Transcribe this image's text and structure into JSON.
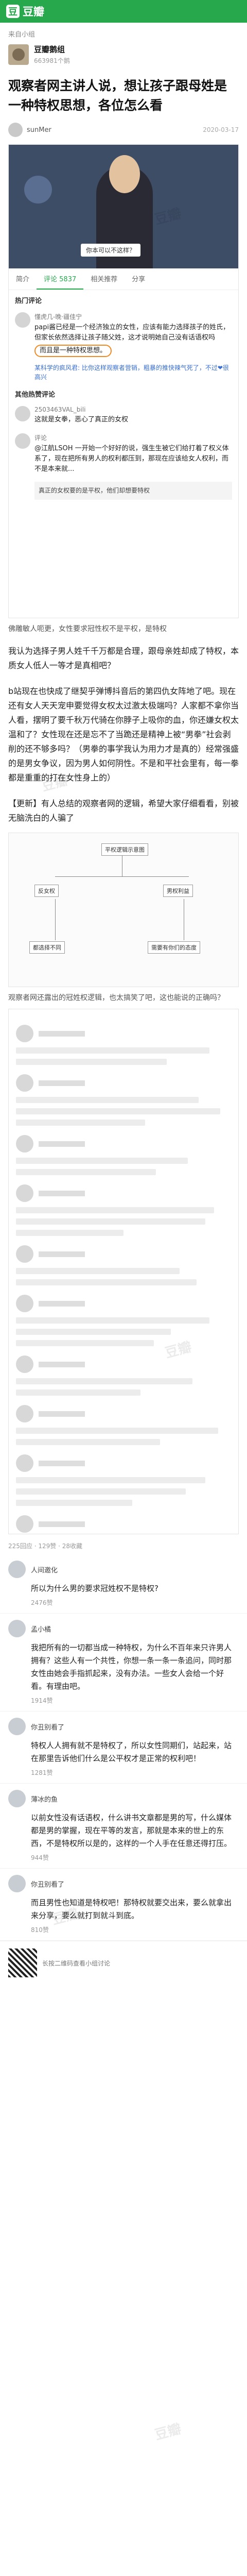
{
  "app": {
    "logo_mark": "豆",
    "logo_text": "豆瓣"
  },
  "source": {
    "from_label": "来自小组",
    "group_name": "豆瓣鹅组",
    "group_members": "663981个鹅"
  },
  "post": {
    "title": "观察者网主讲人说，想让孩子跟母姓是一种特权思想，各位怎么看",
    "author": "sunMer",
    "date": "2020-03-17"
  },
  "screenshot1": {
    "video_caption": "你本可以不这样？",
    "tabs": [
      "简介",
      "评论 5837",
      "相关推荐",
      "分享"
    ],
    "hot_comments_label": "热门评论",
    "hot_comment_user": "懂虎几-晚·疆佳宁",
    "hot_comment_text": "papi酱已经是一个经济独立的女性，应该有能力选择孩子的姓氏，但家长依然选择让孩子随父姓，这才说明她自己没有话语权吗",
    "hot_comment_circled": "而且是一种特权思想。",
    "link_text": "某科学的疯风君: 比你这样观察者营销，粗暴的推快辣气死了，不过❤很高兴",
    "other_hot_label": "其他热赞评论",
    "c2_user": "2503463VAL_bili",
    "c2_text": "这就是女拳，恶心了真正的女权",
    "c3_user": "评论",
    "c3_text": "@江航LSOH 一开始一个好好的说，强生生被它们给打着了权义体系了，现在把所有男人的权利都压到，那现在应该给女人权利，而不是本来就...",
    "reply_text": "真正的女权要的是平权，他们却想要特权"
  },
  "caption1": "佛雕敏人呃更，女性要求冠性权不是平权，是特权",
  "paragraph1": "我认为选择子男人姓千千万都是合理，跟母亲姓却成了特权，本质女人低人一等才是真相吧？",
  "paragraph2": "b站现在也快成了继契乎弹博抖音后的第四仇女阵地了吧。现在还有女人天天宠申要觉得女权太过激太极端吗？人家都不拿你当人看，摆明了要千秋万代骑在你脖子上吸你的血，你还嫌女权太温和了？女性现在还是忘不了当跪还是精神上被“男拳”社会剥削的还不够多吗？（男拳的事学我认为用力才是真的）经常强盛的是男女争议，因为男人如何阴性。不是和平社会里有，每一拳都是重重的打在女性身上的）",
  "paragraph3": "【更新】有人总结的观察者网的逻辑，希望大家仔细看看，别被无脑洗白的人骗了",
  "flowchart": {
    "top": "平权逻辑示意图",
    "left": "反女权",
    "right": "男权利益",
    "bottom1": "都选择不同",
    "bottom2": "需要有你们的态度"
  },
  "caption2": "观察者网还露出的冠姓权逻辑，也太搞笑了吧，这也能说的正确吗？",
  "meta": "225回应 · 129赞 · 28收藏",
  "comments": [
    {
      "name": "人间邀化",
      "text": "所以为什么男的要求冠姓权不是特权?",
      "likes": "2476赞"
    },
    {
      "name": "孟小橘",
      "text": "我把所有的一切都当成一种特权，为什么不百年来只许男人拥有？这些人有一个共性，你想一条一条一条追问，同时那女性由她会手指抓起来，没有办法。一些女人会给一个好看。有理由吧。",
      "likes": "1914赞"
    },
    {
      "name": "你丑别看了",
      "text": "特权人人拥有就不是特权了，所以女性同期们，站起来，站在那里告诉他们什么是公平权才是正常的权利吧！",
      "likes": "1281赞"
    },
    {
      "name": "薄冰的鱼",
      "text": "以前女性没有话语权，什么讲书文章都是男的写，什么媒体都是男的掌握，现在平等的发言，那就是本来的世上的东西，不是特权所以是的，这样的一个人手在任意还得打压。",
      "likes": "944赞"
    },
    {
      "name": "你丑别看了",
      "text": "而且男性也知道是特权吧！那特权就要交出来，要么就拿出来分享，要么就打到就斗到底。",
      "likes": "810赞"
    }
  ],
  "footer": {
    "text": "长按二维码查看小组讨论"
  },
  "watermark": "豆瓣"
}
